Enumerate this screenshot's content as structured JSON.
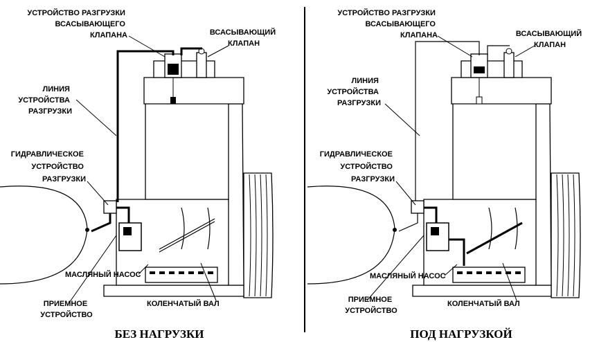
{
  "left": {
    "caption": "БЕЗ НАГРУЗКИ",
    "labels": {
      "unloader_title": [
        "УСТРОЙСТВО РАЗГРУЗКИ",
        "ВСАСЫВАЮЩЕГО",
        "КЛАПАНА"
      ],
      "suction_valve": [
        "ВСАСЫВАЮЩИЙ",
        "КЛАПАН"
      ],
      "unloader_line": [
        "ЛИНИЯ",
        "УСТРОЙСТВА",
        "РАЗГРУЗКИ"
      ],
      "hydraulic_unloader": [
        "ГИДРАВЛИЧЕСКОЕ",
        "УСТРОЙСТВО",
        "РАЗГРУЗКИ"
      ],
      "oil_pump": "МАСЛЯНЫЙ НАСОС",
      "intake": [
        "ПРИЕМНОЕ",
        "УСТРОЙСТВО"
      ],
      "crankshaft": "КОЛЕНЧАТЫЙ ВАЛ"
    }
  },
  "right": {
    "caption": "ПОД НАГРУЗКОЙ",
    "labels": {
      "unloader_title": [
        "УСТРОЙСТВО РАЗГРУЗКИ",
        "ВСАСЫВАЮЩЕГО",
        "КЛАПАНА"
      ],
      "suction_valve": [
        "ВСАСЫВАЮЩИЙ",
        "КЛАПАН"
      ],
      "unloader_line": [
        "ЛИНИЯ",
        "УСТРОЙСТВА",
        "РАЗГРУЗКИ"
      ],
      "hydraulic_unloader": [
        "ГИДРАВЛИЧЕСКОЕ",
        "УСТРОЙСТВО",
        "РАЗГРУЗКИ"
      ],
      "oil_pump": "МАСЛЯНЫЙ НАСОС",
      "intake": [
        "ПРИЕМНОЕ",
        "УСТРОЙСТВО"
      ],
      "crankshaft": "КОЛЕНЧАТЫЙ ВАЛ"
    }
  }
}
